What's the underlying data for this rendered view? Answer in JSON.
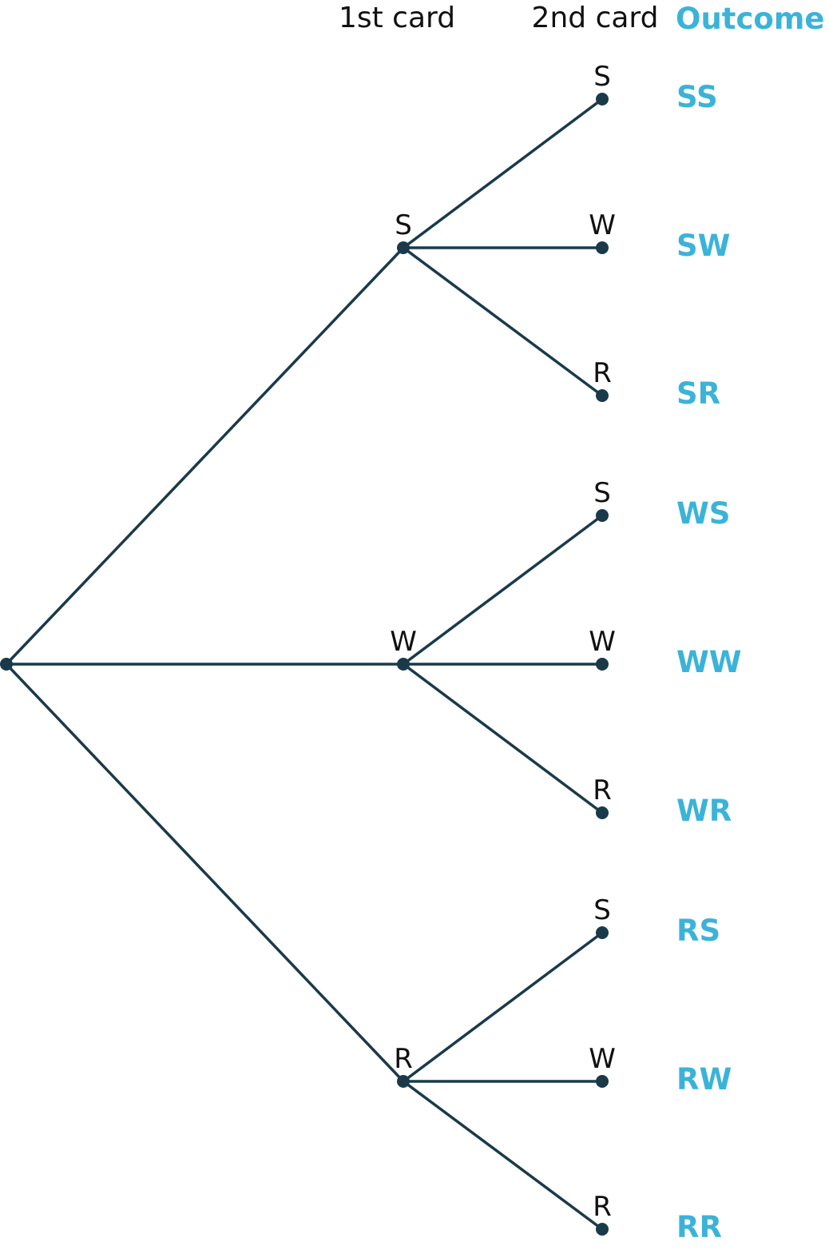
{
  "headers": {
    "first": "1st card",
    "second": "2nd card",
    "outcome": "Outcome"
  },
  "colors": {
    "line": "#1a3a4a",
    "outcome": "#3bb3d8",
    "text": "#111111"
  },
  "tree": {
    "root": "",
    "branches": [
      {
        "label": "S",
        "children": [
          {
            "label": "S",
            "outcome": "SS"
          },
          {
            "label": "W",
            "outcome": "SW"
          },
          {
            "label": "R",
            "outcome": "SR"
          }
        ]
      },
      {
        "label": "W",
        "children": [
          {
            "label": "S",
            "outcome": "WS"
          },
          {
            "label": "W",
            "outcome": "WW"
          },
          {
            "label": "R",
            "outcome": "WR"
          }
        ]
      },
      {
        "label": "R",
        "children": [
          {
            "label": "S",
            "outcome": "RS"
          },
          {
            "label": "W",
            "outcome": "RW"
          },
          {
            "label": "R",
            "outcome": "RR"
          }
        ]
      }
    ]
  }
}
